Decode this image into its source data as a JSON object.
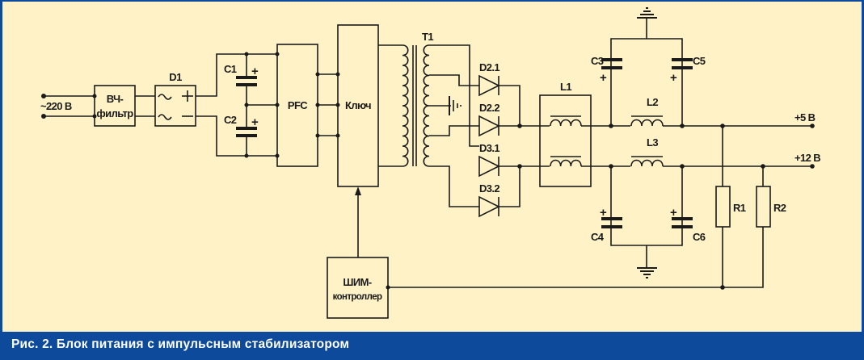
{
  "figure": {
    "caption": "Рис. 2. Блок питания с импульсным стабилизатором",
    "colors": {
      "frame": "#0e4a9c",
      "background": "#fff2c6",
      "ink": "#1a1a1a",
      "caption_text": "#ffffff"
    }
  },
  "input": {
    "label": "~220 В"
  },
  "blocks": {
    "hf_filter": {
      "line1": "ВЧ-",
      "line2": "фильтр"
    },
    "rectifier": {
      "label": "D1",
      "ac1": "~",
      "ac2": "~",
      "plus": "+",
      "minus": "−"
    },
    "pfc": {
      "label": "PFC"
    },
    "switch": {
      "label": "Ключ"
    },
    "pwm": {
      "line1": "ШИМ-",
      "line2": "контроллер"
    }
  },
  "components": {
    "c1": "C1",
    "c2": "C2",
    "c3": "C3",
    "c4": "C4",
    "c5": "C5",
    "c6": "C6",
    "t1": "T1",
    "d21": "D2.1",
    "d22": "D2.2",
    "d31": "D3.1",
    "d32": "D3.2",
    "l1": "L1",
    "l2": "L2",
    "l3": "L3",
    "r1": "R1",
    "r2": "R2",
    "polarity_plus": "+"
  },
  "outputs": {
    "out5": "+5 В",
    "out12": "+12 В"
  }
}
